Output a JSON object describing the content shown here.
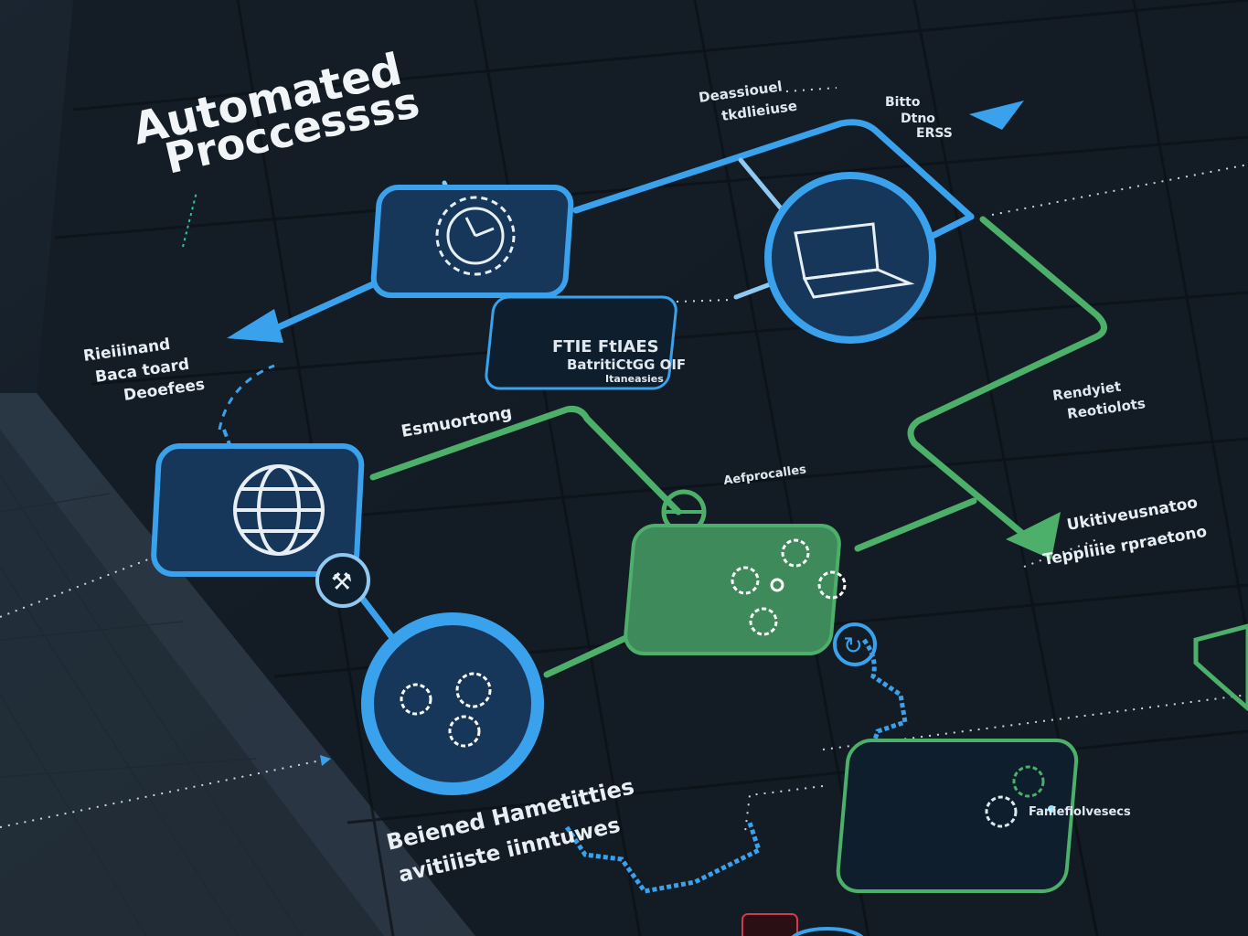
{
  "title": {
    "line1": "Automated",
    "line2": "Proccessss"
  },
  "labels": {
    "top_center": [
      "Deassiouel",
      "tkdlieiuse"
    ],
    "top_right": [
      "Bitto",
      "Dtno",
      "ERSS"
    ],
    "left_mid": [
      "Rieiiinand",
      "Baca toard",
      "Deoefees"
    ],
    "center_box": [
      "FTIE FtIAES",
      "BatritiCtGG OIF",
      "Itaneasies"
    ],
    "right_mid": [
      "Rendyiet",
      "Reotiolots"
    ],
    "esmu": "Esmuortong",
    "aefp": "Aefprocalles",
    "right_lower": [
      "Ukitiveusnatoo",
      "Teppliiie rpraetono"
    ],
    "bottom_left": [
      "Beiened Hametitties",
      "avitiiiste  iinntuwes"
    ],
    "bottom_right_box": "Faniefiolvesecs"
  },
  "icons": [
    "clock-gear-icon",
    "laptop-icon",
    "globe-icon",
    "gears-cluster-icon",
    "gears-icon",
    "small-gears-icon",
    "gear-pair-icon"
  ],
  "colors": {
    "blue": "#3aa2ec",
    "blue_light": "#8fc9f2",
    "green": "#4caf6a",
    "node_fill_blue": "#16375a",
    "node_fill_green": "#3e8a5b",
    "text": "#e7eef4"
  }
}
